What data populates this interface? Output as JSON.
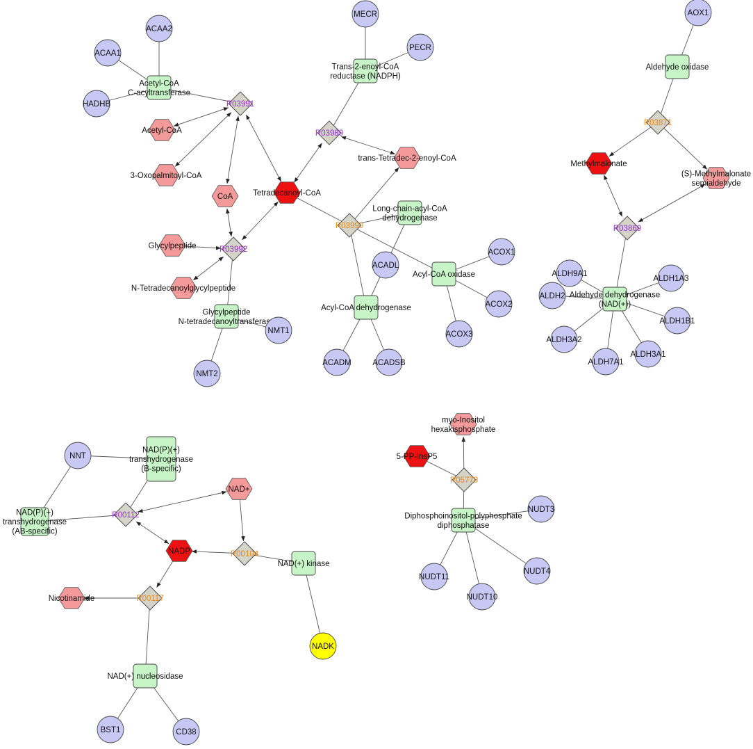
{
  "colors": {
    "gene": "#c8c8f5",
    "enzyme": "#c8f5c8",
    "reaction": "#d4d4c8",
    "metabolite": "#f49a9a",
    "key_metabolite": "#ee1111",
    "highlight_gene": "#ffff00",
    "reaction_label_purple": "#9933cc",
    "reaction_label_orange": "#e68a1a"
  },
  "nodes": [
    {
      "id": "ACAA2",
      "type": "gene",
      "lines": [
        "ACAA2"
      ]
    },
    {
      "id": "ACAA1",
      "type": "gene",
      "lines": [
        "ACAA1"
      ]
    },
    {
      "id": "HADHB",
      "type": "gene",
      "lines": [
        "HADHB"
      ]
    },
    {
      "id": "acat",
      "type": "enzyme",
      "lines": [
        "Acetyl-CoA",
        "C-acyltransferase"
      ]
    },
    {
      "id": "R03991",
      "type": "reaction",
      "color": "purple",
      "lines": [
        "R03991"
      ]
    },
    {
      "id": "AcetylCoA",
      "type": "metabolite",
      "lines": [
        "Acetyl-CoA"
      ]
    },
    {
      "id": "Oxopal",
      "type": "metabolite",
      "lines": [
        "3-Oxopalmitoyl-CoA"
      ]
    },
    {
      "id": "CoA",
      "type": "metabolite",
      "lines": [
        "CoA"
      ]
    },
    {
      "id": "TetraCoA",
      "type": "key_metabolite",
      "lines": [
        "Tetradecanoyl-CoA"
      ]
    },
    {
      "id": "MECR",
      "type": "gene",
      "lines": [
        "MECR"
      ]
    },
    {
      "id": "PECR",
      "type": "gene",
      "lines": [
        "PECR"
      ]
    },
    {
      "id": "tenr",
      "type": "enzyme",
      "lines": [
        "Trans-2-enoyl-CoA",
        "reductase (NADPH)"
      ]
    },
    {
      "id": "R03989",
      "type": "reaction",
      "color": "purple",
      "lines": [
        "R03989"
      ]
    },
    {
      "id": "transTetra",
      "type": "metabolite",
      "lines": [
        "trans-Tetradec-2-enoyl-CoA"
      ]
    },
    {
      "id": "R03990",
      "type": "reaction",
      "color": "orange",
      "lines": [
        "R03990"
      ]
    },
    {
      "id": "lcad",
      "type": "enzyme",
      "lines": [
        "Long-chain-acyl-CoA",
        "dehydrogenase"
      ]
    },
    {
      "id": "ACADL",
      "type": "gene",
      "lines": [
        "ACADL"
      ]
    },
    {
      "id": "acoxE",
      "type": "enzyme",
      "lines": [
        "Acyl-CoA oxidase"
      ]
    },
    {
      "id": "ACOX1",
      "type": "gene",
      "lines": [
        "ACOX1"
      ]
    },
    {
      "id": "ACOX2",
      "type": "gene",
      "lines": [
        "ACOX2"
      ]
    },
    {
      "id": "ACOX3",
      "type": "gene",
      "lines": [
        "ACOX3"
      ]
    },
    {
      "id": "acdh",
      "type": "enzyme",
      "lines": [
        "Acyl-CoA dehydrogenase"
      ]
    },
    {
      "id": "ACADM",
      "type": "gene",
      "lines": [
        "ACADM"
      ]
    },
    {
      "id": "ACADSB",
      "type": "gene",
      "lines": [
        "ACADSB"
      ]
    },
    {
      "id": "Glycyl",
      "type": "metabolite",
      "lines": [
        "Glycylpeptide"
      ]
    },
    {
      "id": "R03992",
      "type": "reaction",
      "color": "purple",
      "lines": [
        "R03992"
      ]
    },
    {
      "id": "NTetra",
      "type": "metabolite",
      "lines": [
        "N-Tetradecanoylglycylpeptide"
      ]
    },
    {
      "id": "gnt",
      "type": "enzyme",
      "lines": [
        "Glycylpeptide",
        "N-tetradecanoyltransferase"
      ]
    },
    {
      "id": "NMT1",
      "type": "gene",
      "lines": [
        "NMT1"
      ]
    },
    {
      "id": "NMT2",
      "type": "gene",
      "lines": [
        "NMT2"
      ]
    },
    {
      "id": "AOX1",
      "type": "gene",
      "lines": [
        "AOX1"
      ]
    },
    {
      "id": "aldox",
      "type": "enzyme",
      "lines": [
        "Aldehyde oxidase"
      ]
    },
    {
      "id": "R03871",
      "type": "reaction",
      "color": "orange",
      "lines": [
        "R03871"
      ]
    },
    {
      "id": "Methylmal",
      "type": "key_metabolite",
      "lines": [
        "Methylmalonate"
      ]
    },
    {
      "id": "SMethyl",
      "type": "metabolite",
      "lines": [
        "(S)-Methylmalonate",
        "semialdehyde"
      ]
    },
    {
      "id": "R03869",
      "type": "reaction",
      "color": "purple",
      "lines": [
        "R03869"
      ]
    },
    {
      "id": "aldh",
      "type": "enzyme",
      "lines": [
        "Aldehyde dehydrogenase",
        "(NAD(+))"
      ]
    },
    {
      "id": "ALDH9A1",
      "type": "gene",
      "lines": [
        "ALDH9A1"
      ]
    },
    {
      "id": "ALDH2",
      "type": "gene",
      "lines": [
        "ALDH2"
      ]
    },
    {
      "id": "ALDH1A3",
      "type": "gene",
      "lines": [
        "ALDH1A3"
      ]
    },
    {
      "id": "ALDH1B1",
      "type": "gene",
      "lines": [
        "ALDH1B1"
      ]
    },
    {
      "id": "ALDH3A2",
      "type": "gene",
      "lines": [
        "ALDH3A2"
      ]
    },
    {
      "id": "ALDH7A1",
      "type": "gene",
      "lines": [
        "ALDH7A1"
      ]
    },
    {
      "id": "ALDH3A1",
      "type": "gene",
      "lines": [
        "ALDH3A1"
      ]
    },
    {
      "id": "NNT",
      "type": "gene",
      "lines": [
        "NNT"
      ]
    },
    {
      "id": "nadpb",
      "type": "enzyme",
      "lines": [
        "NAD(P)(+)",
        "transhydrogenase",
        "(B-specific)"
      ]
    },
    {
      "id": "nadpab",
      "type": "enzyme",
      "lines": [
        "NAD(P)(+)",
        "transhydrogenase",
        "(AB-specific)"
      ]
    },
    {
      "id": "R00112",
      "type": "reaction",
      "color": "purple",
      "lines": [
        "R00112"
      ]
    },
    {
      "id": "NADplus",
      "type": "metabolite",
      "lines": [
        "NAD+"
      ]
    },
    {
      "id": "NADP",
      "type": "key_metabolite",
      "lines": [
        "NADP"
      ]
    },
    {
      "id": "R00104",
      "type": "reaction",
      "color": "orange",
      "lines": [
        "R00104"
      ]
    },
    {
      "id": "nadk",
      "type": "enzyme",
      "lines": [
        "NAD(+) kinase"
      ]
    },
    {
      "id": "NADK",
      "type": "highlight_gene",
      "lines": [
        "NADK"
      ]
    },
    {
      "id": "Nicot",
      "type": "metabolite",
      "lines": [
        "Nicotinamide"
      ]
    },
    {
      "id": "R00117",
      "type": "reaction",
      "color": "orange",
      "lines": [
        "R00117"
      ]
    },
    {
      "id": "nadnuc",
      "type": "enzyme",
      "lines": [
        "NAD(+) nucleosidase"
      ]
    },
    {
      "id": "BST1",
      "type": "gene",
      "lines": [
        "BST1"
      ]
    },
    {
      "id": "CD38",
      "type": "gene",
      "lines": [
        "CD38"
      ]
    },
    {
      "id": "myoIno",
      "type": "metabolite",
      "lines": [
        "myo-Inositol",
        "hexakisphosphate"
      ]
    },
    {
      "id": "PPInsP5",
      "type": "key_metabolite",
      "lines": [
        "5-PP-InsP5"
      ]
    },
    {
      "id": "R05779",
      "type": "reaction",
      "color": "orange",
      "lines": [
        "R05779"
      ]
    },
    {
      "id": "dipp",
      "type": "enzyme",
      "lines": [
        "Diphosphoinositol-polyphosphate",
        "diphosphatase"
      ]
    },
    {
      "id": "NUDT3",
      "type": "gene",
      "lines": [
        "NUDT3"
      ]
    },
    {
      "id": "NUDT11",
      "type": "gene",
      "lines": [
        "NUDT11"
      ]
    },
    {
      "id": "NUDT4",
      "type": "gene",
      "lines": [
        "NUDT4"
      ]
    },
    {
      "id": "NUDT10",
      "type": "gene",
      "lines": [
        "NUDT10"
      ]
    }
  ],
  "edges": [
    {
      "from": "ACAA2",
      "to": "acat",
      "arrow": "none"
    },
    {
      "from": "ACAA1",
      "to": "acat",
      "arrow": "none"
    },
    {
      "from": "HADHB",
      "to": "acat",
      "arrow": "none"
    },
    {
      "from": "acat",
      "to": "R03991",
      "arrow": "none"
    },
    {
      "from": "R03991",
      "to": "AcetylCoA",
      "arrow": "both"
    },
    {
      "from": "R03991",
      "to": "Oxopal",
      "arrow": "both"
    },
    {
      "from": "R03991",
      "to": "CoA",
      "arrow": "both"
    },
    {
      "from": "R03991",
      "to": "TetraCoA",
      "arrow": "both"
    },
    {
      "from": "MECR",
      "to": "tenr",
      "arrow": "none"
    },
    {
      "from": "PECR",
      "to": "tenr",
      "arrow": "none"
    },
    {
      "from": "tenr",
      "to": "R03989",
      "arrow": "none"
    },
    {
      "from": "R03989",
      "to": "TetraCoA",
      "arrow": "both"
    },
    {
      "from": "R03989",
      "to": "transTetra",
      "arrow": "both"
    },
    {
      "from": "TetraCoA",
      "to": "R03990",
      "arrow": "none"
    },
    {
      "from": "R03990",
      "to": "transTetra",
      "arrow": "end"
    },
    {
      "from": "R03990",
      "to": "lcad",
      "arrow": "none"
    },
    {
      "from": "R03990",
      "to": "acoxE",
      "arrow": "none"
    },
    {
      "from": "R03990",
      "to": "acdh",
      "arrow": "none"
    },
    {
      "from": "lcad",
      "to": "ACADL",
      "arrow": "none"
    },
    {
      "from": "acoxE",
      "to": "ACOX1",
      "arrow": "none"
    },
    {
      "from": "acoxE",
      "to": "ACOX2",
      "arrow": "none"
    },
    {
      "from": "acoxE",
      "to": "ACOX3",
      "arrow": "none"
    },
    {
      "from": "acdh",
      "to": "ACADL",
      "arrow": "none"
    },
    {
      "from": "acdh",
      "to": "ACADM",
      "arrow": "none"
    },
    {
      "from": "acdh",
      "to": "ACADSB",
      "arrow": "none"
    },
    {
      "from": "CoA",
      "to": "R03992",
      "arrow": "both"
    },
    {
      "from": "TetraCoA",
      "to": "R03992",
      "arrow": "both"
    },
    {
      "from": "Glycyl",
      "to": "R03992",
      "arrow": "end"
    },
    {
      "from": "R03992",
      "to": "NTetra",
      "arrow": "both"
    },
    {
      "from": "R03992",
      "to": "gnt",
      "arrow": "none"
    },
    {
      "from": "gnt",
      "to": "NMT1",
      "arrow": "none"
    },
    {
      "from": "gnt",
      "to": "NMT2",
      "arrow": "none"
    },
    {
      "from": "AOX1",
      "to": "aldox",
      "arrow": "none"
    },
    {
      "from": "aldox",
      "to": "R03871",
      "arrow": "none"
    },
    {
      "from": "Methylmal",
      "to": "R03871",
      "arrow": "start"
    },
    {
      "from": "R03871",
      "to": "SMethyl",
      "arrow": "end"
    },
    {
      "from": "Methylmal",
      "to": "R03869",
      "arrow": "both"
    },
    {
      "from": "SMethyl",
      "to": "R03869",
      "arrow": "both"
    },
    {
      "from": "R03869",
      "to": "aldh",
      "arrow": "none"
    },
    {
      "from": "aldh",
      "to": "ALDH9A1",
      "arrow": "none"
    },
    {
      "from": "aldh",
      "to": "ALDH2",
      "arrow": "none"
    },
    {
      "from": "aldh",
      "to": "ALDH1A3",
      "arrow": "none"
    },
    {
      "from": "aldh",
      "to": "ALDH1B1",
      "arrow": "none"
    },
    {
      "from": "aldh",
      "to": "ALDH3A2",
      "arrow": "none"
    },
    {
      "from": "aldh",
      "to": "ALDH7A1",
      "arrow": "none"
    },
    {
      "from": "aldh",
      "to": "ALDH3A1",
      "arrow": "none"
    },
    {
      "from": "NNT",
      "to": "nadpb",
      "arrow": "none"
    },
    {
      "from": "NNT",
      "to": "nadpab",
      "arrow": "none"
    },
    {
      "from": "nadpab",
      "to": "R00112",
      "arrow": "none"
    },
    {
      "from": "nadpb",
      "to": "R00112",
      "arrow": "none"
    },
    {
      "from": "R00112",
      "to": "NADplus",
      "arrow": "both"
    },
    {
      "from": "R00112",
      "to": "NADP",
      "arrow": "both"
    },
    {
      "from": "NADplus",
      "to": "R00104",
      "arrow": "end"
    },
    {
      "from": "R00104",
      "to": "NADP",
      "arrow": "end"
    },
    {
      "from": "R00104",
      "to": "nadk",
      "arrow": "none"
    },
    {
      "from": "nadk",
      "to": "NADK",
      "arrow": "none"
    },
    {
      "from": "NADP",
      "to": "R00117",
      "arrow": "end"
    },
    {
      "from": "R00117",
      "to": "Nicot",
      "arrow": "end"
    },
    {
      "from": "R00117",
      "to": "nadnuc",
      "arrow": "none"
    },
    {
      "from": "nadnuc",
      "to": "BST1",
      "arrow": "none"
    },
    {
      "from": "nadnuc",
      "to": "CD38",
      "arrow": "none"
    },
    {
      "from": "PPInsP5",
      "to": "R05779",
      "arrow": "none"
    },
    {
      "from": "R05779",
      "to": "myoIno",
      "arrow": "end"
    },
    {
      "from": "R05779",
      "to": "dipp",
      "arrow": "none"
    },
    {
      "from": "dipp",
      "to": "NUDT3",
      "arrow": "none"
    },
    {
      "from": "dipp",
      "to": "NUDT11",
      "arrow": "none"
    },
    {
      "from": "dipp",
      "to": "NUDT4",
      "arrow": "none"
    },
    {
      "from": "dipp",
      "to": "NUDT10",
      "arrow": "none"
    }
  ]
}
